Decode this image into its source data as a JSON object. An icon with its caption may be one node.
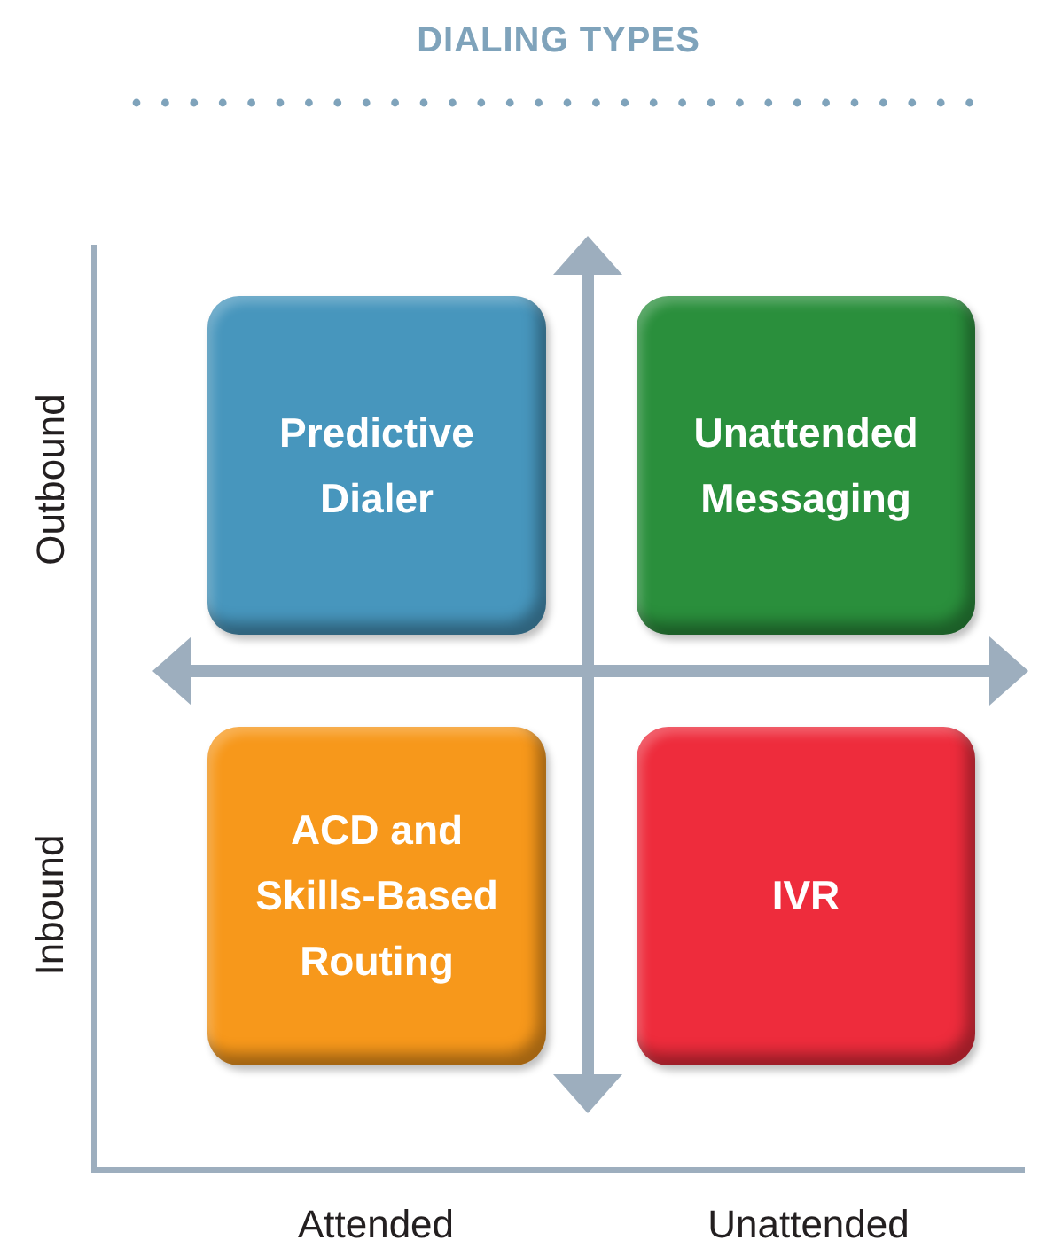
{
  "diagram": {
    "title": "DIALING TYPES",
    "nodes": [
      {
        "text": [
          "Predictive Dialer"
        ]
      },
      {
        "text": [
          "Unattended Messaging"
        ]
      },
      {
        "text": [
          "ACD and Skills-Based Routing"
        ]
      },
      {
        "text": [
          "IVR"
        ]
      }
    ],
    "labels": [
      "Outbound",
      "Inbound",
      "Attended",
      "Unattended"
    ]
  }
}
